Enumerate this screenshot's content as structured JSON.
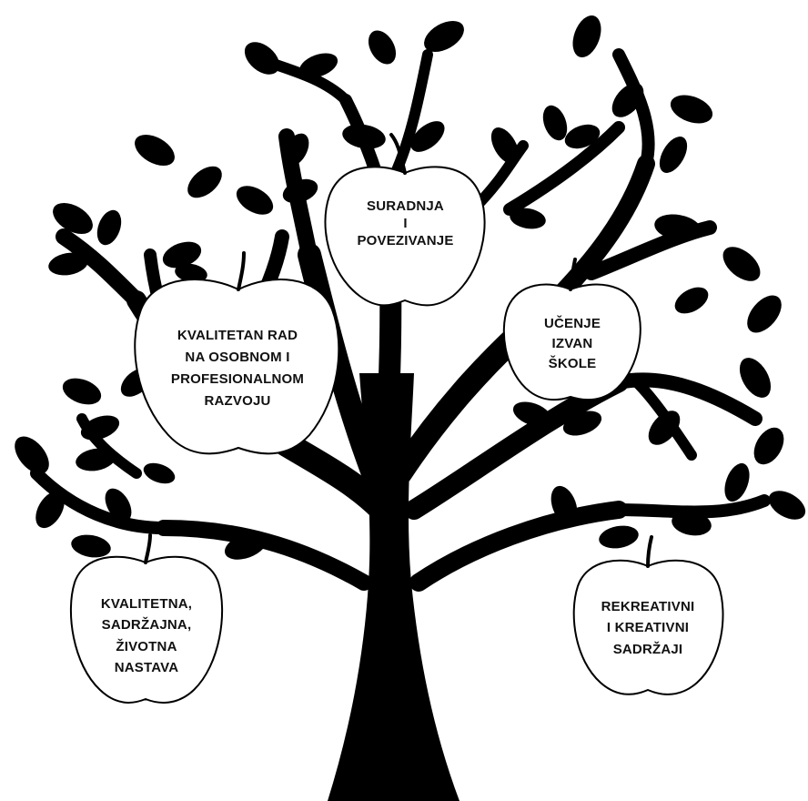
{
  "colors": {
    "tree": "#000000",
    "apple_fill": "#ffffff",
    "apple_stroke": "#000000",
    "text": "#111111"
  },
  "apples": [
    {
      "id": "suradnja",
      "lines": [
        "SURADNJA",
        "I",
        "POVEZIVANJE"
      ]
    },
    {
      "id": "kvalitetan-rad",
      "lines": [
        "KVALITETAN RAD",
        "NA OSOBNOM I",
        "PROFESIONALNOM",
        "RAZVOJU"
      ]
    },
    {
      "id": "ucenje",
      "lines": [
        "UČENJE",
        "IZVAN",
        "ŠKOLE"
      ]
    },
    {
      "id": "kvalitetna-nastava",
      "lines": [
        "KVALITETNA,",
        "SADRŽAJNA,",
        "ŽIVOTNA",
        "NASTAVA"
      ]
    },
    {
      "id": "rekreativni",
      "lines": [
        "REKREATIVNI",
        "I KREATIVNI",
        "SADRŽAJI"
      ]
    }
  ]
}
